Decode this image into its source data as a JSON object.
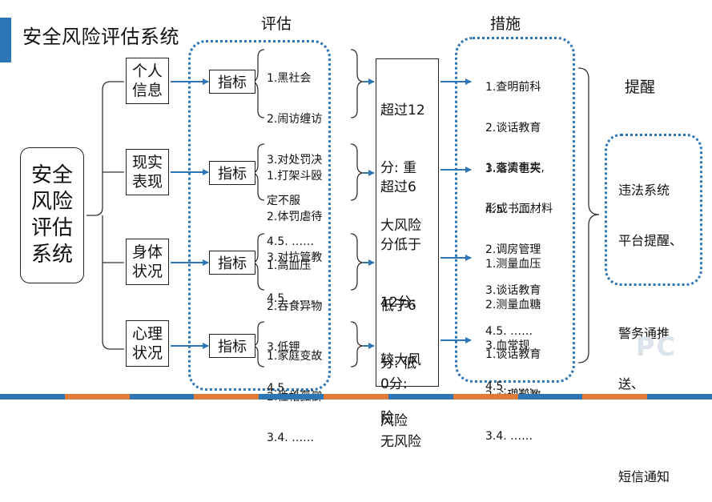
{
  "title": "安全风险评估系统",
  "headers": {
    "assess": "评估",
    "measures": "措施",
    "remind": "提醒"
  },
  "main_box": {
    "lines": [
      "安全",
      "风险",
      "评估",
      "系统"
    ]
  },
  "categories": [
    {
      "lines": [
        "个人",
        "信息"
      ],
      "indicator": "指标",
      "items": [
        "1.黑社会",
        "2.闹访缠访",
        "3.对处罚决",
        "定不服",
        "4.5. ……"
      ],
      "measures": [
        "1.查明前科",
        "2.谈话教育",
        "3.落实包夹",
        "4.5. ……"
      ]
    },
    {
      "lines": [
        "现实",
        "表现"
      ],
      "indicator": "指标",
      "items": [
        "1.打架斗殴",
        "2.体罚虐待",
        "3.对抗管教",
        "4.5. ……"
      ],
      "measures": [
        "1.查清事实,",
        "形成书面材料",
        "2.调房管理",
        "3.谈话教育",
        "4.5. ……"
      ]
    },
    {
      "lines": [
        "身体",
        "状况"
      ],
      "indicator": "指标",
      "items": [
        "1.高血压",
        "2.吞食异物",
        "3.低钾",
        "4.5. ……"
      ],
      "measures": [
        "1.测量血压",
        "2.测量血糖",
        "3.血常规",
        "4.5. ……"
      ]
    },
    {
      "lines": [
        "心理",
        "状况"
      ],
      "indicator": "指标",
      "items": [
        "1.家庭变故",
        "2.性格孤僻",
        "3.4. ……"
      ],
      "measures": [
        "1.谈话教育",
        "2.心理帮教",
        "3.4. ……"
      ]
    }
  ],
  "risk_levels": [
    [
      "超过12",
      "分: 重",
      "大风险"
    ],
    [
      "超过6",
      "分低于",
      "12分:",
      "较大风",
      "险"
    ],
    [
      "低于6",
      "分: 低",
      "风险"
    ],
    [
      "0分:",
      "无风险"
    ]
  ],
  "remind_items": [
    "违法系统",
    "平台提醒、",
    "",
    "警务通推",
    "送、",
    "",
    "短信通知"
  ],
  "colors": {
    "accent": "#2e75b6",
    "arrow": "#2e75b6",
    "dotted": "#2e75b6",
    "line": "#333333"
  },
  "bottom_stripe": [
    "#2e75b6",
    "#e07b39",
    "#2e75b6",
    "#e07b39",
    "#2e75b6",
    "#e07b39",
    "#2e75b6",
    "#e07b39",
    "#2e75b6",
    "#e07b39",
    "#2e75b6"
  ]
}
